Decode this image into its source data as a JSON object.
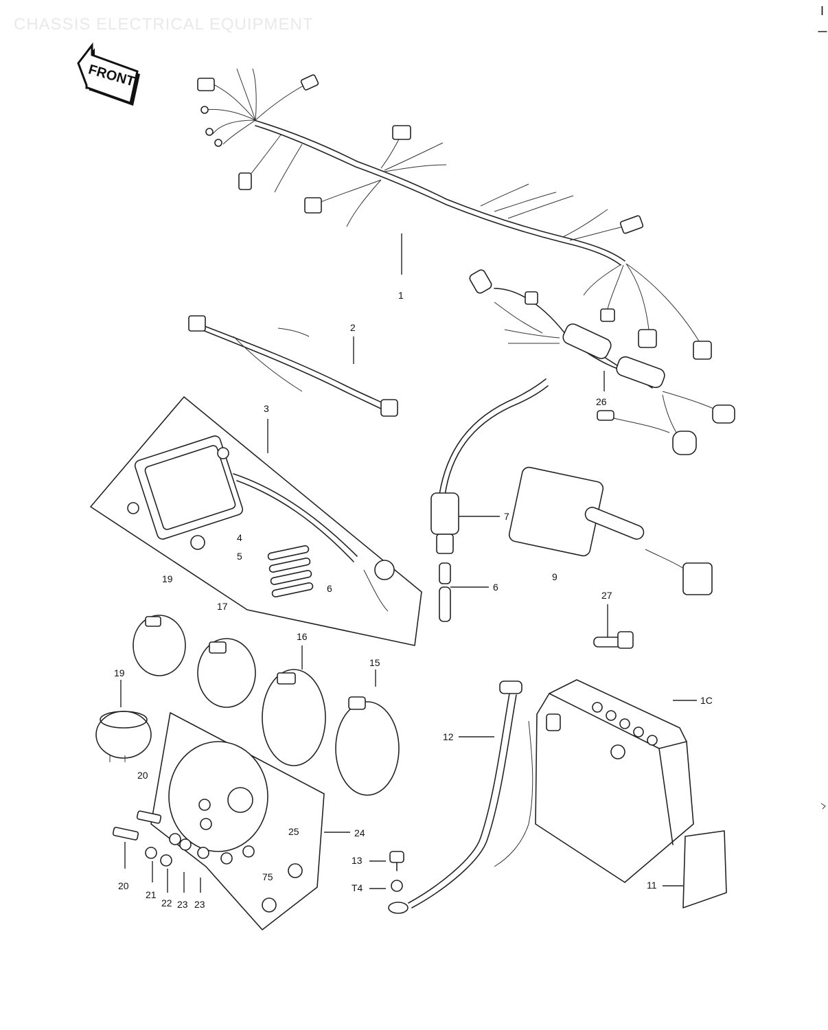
{
  "header": {
    "title": "CHASSIS ELECTRICAL EQUIPMENT",
    "corner_mark": "I"
  },
  "front_badge": {
    "label": "FRONT",
    "icon": "front-arrow-icon"
  },
  "callouts": {
    "c1": "1",
    "c2": "2",
    "c3": "3",
    "c4": "4",
    "c5": "5",
    "c6a": "6",
    "c6b": "6",
    "c7": "7",
    "c9": "9",
    "c10": "1C",
    "c11": "11",
    "c12": "12",
    "c13": "13",
    "c14": "T4",
    "c15": "15",
    "c16": "16",
    "c17": "17",
    "c19a": "19",
    "c19b": "19",
    "c20a": "20",
    "c20b": "20",
    "c21": "21",
    "c22": "22",
    "c23a": "23",
    "c23b": "23",
    "c24": "24",
    "c25a": "25",
    "c25b": "75",
    "c26": "26",
    "c27": "27"
  },
  "colors": {
    "ink": "#222222",
    "background": "#ffffff",
    "title_ghost": "#e9e9e9"
  }
}
